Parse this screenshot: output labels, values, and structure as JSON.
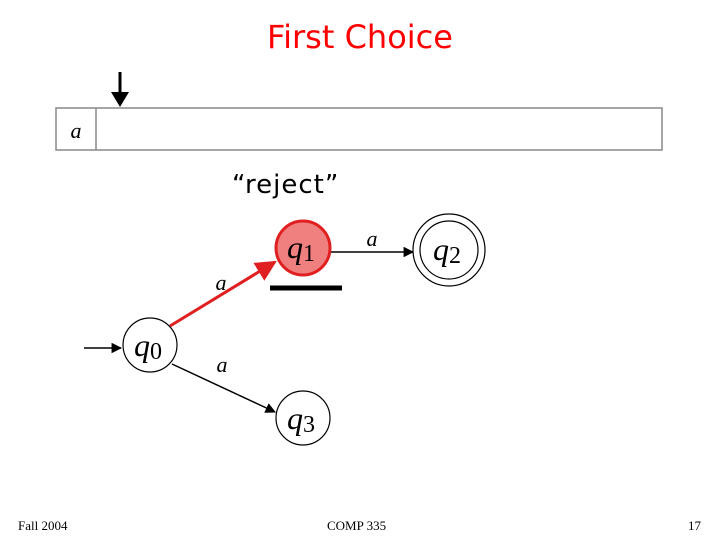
{
  "title": "First Choice",
  "status_label": "“reject”",
  "tape": {
    "cells": [
      "a"
    ]
  },
  "states": [
    {
      "id": "q0",
      "base": "q",
      "sub": "0",
      "initial": true,
      "accepting": false,
      "active": false
    },
    {
      "id": "q1",
      "base": "q",
      "sub": "1",
      "initial": false,
      "accepting": false,
      "active": true
    },
    {
      "id": "q2",
      "base": "q",
      "sub": "2",
      "initial": false,
      "accepting": true,
      "active": false
    },
    {
      "id": "q3",
      "base": "q",
      "sub": "3",
      "initial": false,
      "accepting": false,
      "active": false
    }
  ],
  "transitions": [
    {
      "from": "q0",
      "to": "q1",
      "symbol": "a",
      "highlighted": true
    },
    {
      "from": "q1",
      "to": "q2",
      "symbol": "a",
      "highlighted": false
    },
    {
      "from": "q0",
      "to": "q3",
      "symbol": "a",
      "highlighted": false
    }
  ],
  "colors": {
    "title": "#ff0000",
    "active_fill": "#f08080",
    "active_stroke": "#e02020",
    "highlight_edge": "#e02020"
  },
  "footer": {
    "left": "Fall 2004",
    "center": "COMP 335",
    "right": "17"
  }
}
